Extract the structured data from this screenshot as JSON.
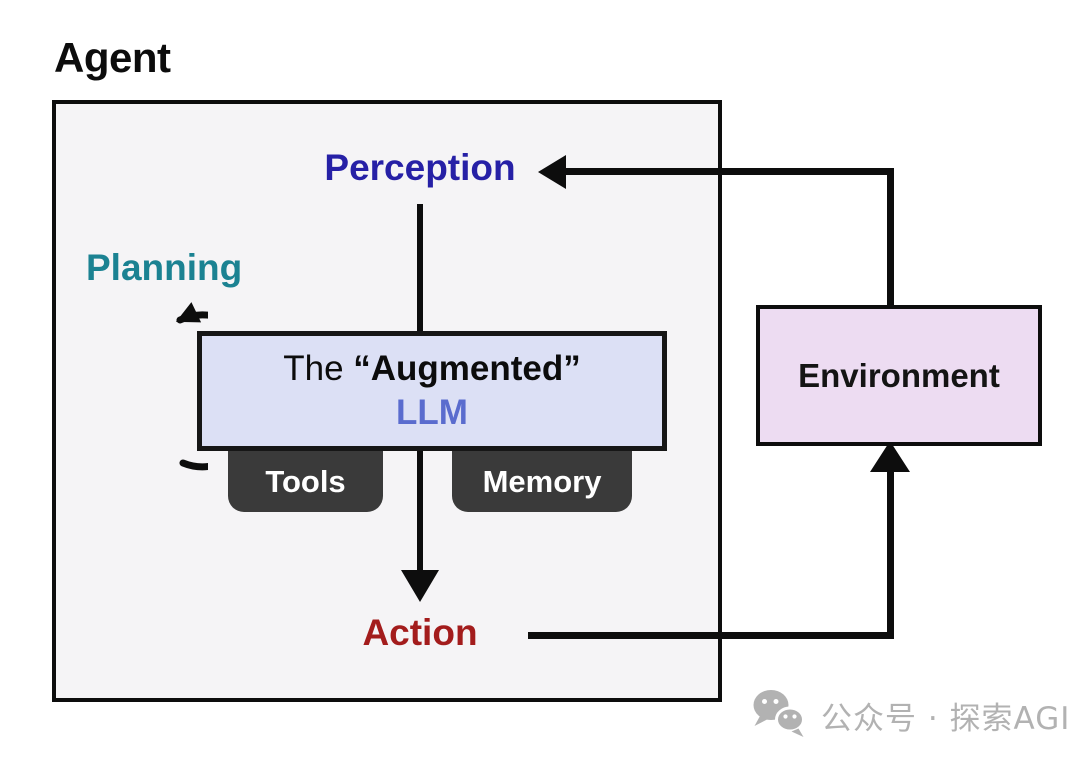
{
  "title": "Agent",
  "diagram": {
    "perception_label": "Perception",
    "planning_label": "Planning",
    "action_label": "Action",
    "environment_label": "Environment",
    "llm": {
      "line1_regular": "The ",
      "line1_bold": "“Augmented”",
      "line2": "LLM"
    },
    "tabs": {
      "tools": "Tools",
      "memory": "Memory"
    }
  },
  "watermark": {
    "icon": "wechat-icon",
    "text": "公众号 · 探索AGI"
  },
  "colors": {
    "line": "#0d0d0d",
    "agent-bg": "#f5f4f6",
    "perception": "#2620a6",
    "planning": "#1b8292",
    "action": "#a31c1c",
    "llm-bg": "#dce0f5",
    "llm-accent": "#5a6cce",
    "env-bg": "#eddcf2",
    "tab-bg": "#3a3a3a",
    "watermark": "#b2b2b2"
  }
}
